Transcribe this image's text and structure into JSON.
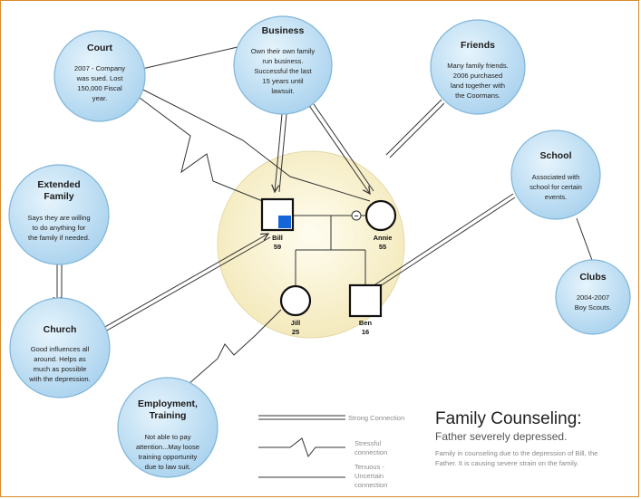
{
  "nodes": {
    "court": {
      "title": "Court",
      "lines": [
        "2007 - Company",
        "was sued.  Lost",
        "150,000 Fiscal",
        "year."
      ]
    },
    "business": {
      "title": "Business",
      "lines": [
        "Own their own family",
        "run business.",
        "Successful the last",
        "15 years until",
        "lawsuit."
      ]
    },
    "friends": {
      "title": "Friends",
      "lines": [
        "Many family friends.",
        "2006 purchased",
        "land together with",
        "the Coormans."
      ]
    },
    "school": {
      "title": "School",
      "lines": [
        "Associated with",
        "school for certain",
        "events."
      ]
    },
    "extended_family": {
      "title_lines": [
        "Extended",
        "Family"
      ],
      "lines": [
        "Says they are willing",
        "to do anything for",
        "the family if needed."
      ]
    },
    "church": {
      "title": "Church",
      "lines": [
        "Good influences all",
        "around.  Helps as",
        "much as possible",
        "with the depression."
      ]
    },
    "clubs": {
      "title": "Clubs",
      "lines": [
        "2004-2007",
        "Boy Scouts."
      ]
    },
    "employment": {
      "title_lines": [
        "Employment,",
        "Training"
      ],
      "lines": [
        "Not able to pay",
        "attention...May loose",
        "training opportunity",
        "due to law suit."
      ]
    }
  },
  "family": {
    "bill": {
      "name": "Bill",
      "age": "59"
    },
    "annie": {
      "name": "Annie",
      "age": "55"
    },
    "jill": {
      "name": "Jill",
      "age": "25"
    },
    "ben": {
      "name": "Ben",
      "age": "16"
    },
    "divider_symbol": "−"
  },
  "legend": {
    "strong": "Strong Connection",
    "stressful": [
      "Stressful",
      "connection"
    ],
    "tenuous": [
      "Tenuous -",
      "Uncertain",
      "connection"
    ]
  },
  "heading": {
    "title": "Family Counseling:",
    "subtitle": "Father severely depressed.",
    "description": [
      "Family in counseling due to the depression of Bill, the",
      "Father.  It is causing severe strain on the family."
    ]
  },
  "colors": {
    "node_fill": "#c9e6f6",
    "node_stroke": "#7fb5d8",
    "family_fill": "#faf3d2",
    "accent_square": "#1565d8"
  }
}
